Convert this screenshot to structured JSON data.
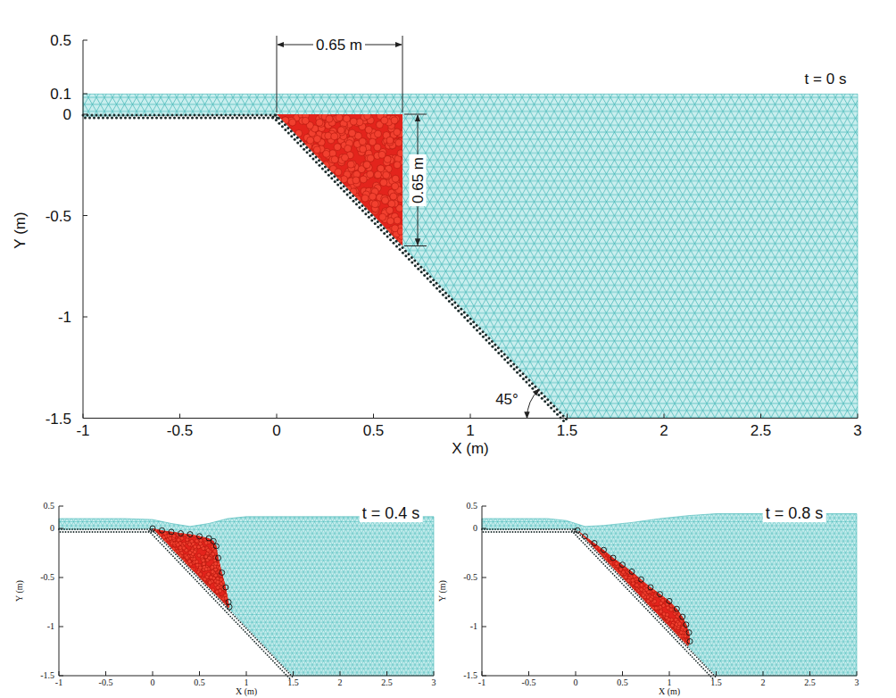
{
  "diagram": {
    "labels": [
      "t = 0 s",
      "0.65 m",
      "0.65 m",
      "45°",
      "0.5",
      "0.1",
      "0",
      "-0.5",
      "-1",
      "-1.5",
      "Y (m)",
      "-1",
      "-0.5",
      "0",
      "0.5",
      "1",
      "1.5",
      "2",
      "2.5",
      "3",
      "X (m)",
      "t = 0.4 s",
      "0.5",
      "0",
      "-0.5",
      "-1",
      "-1.5",
      "Y (m)",
      "-1",
      "-0.5",
      "0",
      "0.5",
      "1",
      "1.5",
      "2",
      "2.5",
      "3",
      "X (m)",
      "t = 0.8 s",
      "0.5",
      "0",
      "-0.5",
      "-1",
      "-1.5",
      "Y (m)",
      "-1",
      "-0.5",
      "0",
      "0.5",
      "1",
      "1.5",
      "2",
      "2.5",
      "3",
      "X (m)"
    ]
  }
}
